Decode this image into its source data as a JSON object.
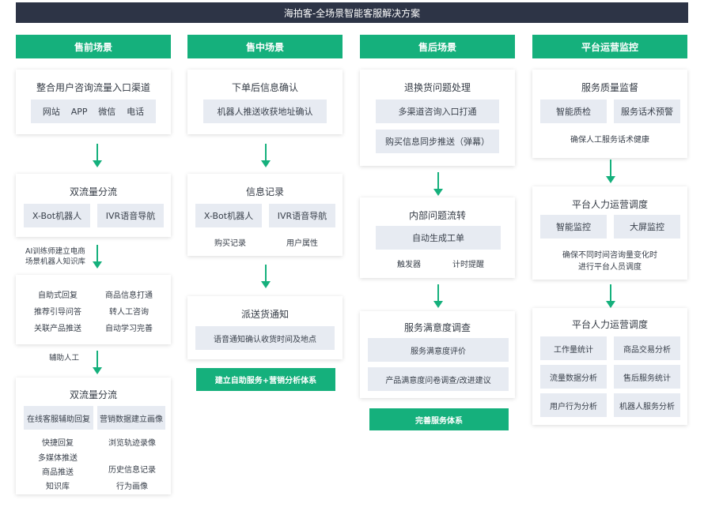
{
  "title": "海拍客-全场景智能客服解决方案",
  "columns": [
    "售前场景",
    "售中场景",
    "售后场景",
    "平台运营监控"
  ],
  "presale": {
    "card1": {
      "title": "整合用户咨询流量入口渠道",
      "channels": [
        "网站",
        "APP",
        "微信",
        "电话"
      ]
    },
    "card2": {
      "title": "双流量分流",
      "pills": [
        "X-Bot机器人",
        "IVR语音导航"
      ]
    },
    "note1": [
      "AI训练师建立电商",
      "场景机器人知识库"
    ],
    "card3": {
      "items": [
        "自助式回复",
        "商品信息打通",
        "推荐引导问答",
        "转人工咨询",
        "关联产品推送",
        "自动学习完善"
      ]
    },
    "note2": "辅助人工",
    "card4": {
      "title": "双流量分流",
      "pills": [
        "在线客服辅助回复",
        "营销数据建立画像"
      ],
      "left_items": [
        "快捷回复",
        "多媒体推送",
        "商品推送",
        "知识库"
      ],
      "right_items": [
        "浏览轨迹录像",
        "历史信息记录",
        "行为画像"
      ]
    }
  },
  "insale": {
    "card1": {
      "title": "下单后信息确认",
      "pill": "机器人推送收获地址确认"
    },
    "card2": {
      "title": "信息记录",
      "pills": [
        "X-Bot机器人",
        "IVR语音导航"
      ],
      "labels": [
        "购买记录",
        "用户属性"
      ]
    },
    "card3": {
      "title": "派送货通知",
      "pill": "语音通知确认收货时间及地点"
    },
    "button": "建立自助服务+营销分析体系"
  },
  "aftersale": {
    "card1": {
      "title": "退换货问题处理",
      "pills": [
        "多渠道咨询入口打通",
        "购买信息同步推送（弹幕）"
      ]
    },
    "card2": {
      "title": "内部问题流转",
      "pill": "自动生成工单",
      "labels": [
        "触发器",
        "计时提醒"
      ]
    },
    "card3": {
      "title": "服务满意度调查",
      "pills": [
        "服务满意度评价",
        "产品满意度问卷调查/改进建议"
      ]
    },
    "button": "完善服务体系"
  },
  "monitor": {
    "card1": {
      "title": "服务质量监督",
      "pills": [
        "智能质检",
        "服务话术预警"
      ],
      "note": "确保人工服务话术健康"
    },
    "card2": {
      "title": "平台人力运营调度",
      "pills": [
        "智能监控",
        "大屏监控"
      ],
      "note": [
        "确保不同时间咨询量变化时",
        "进行平台人员调度"
      ]
    },
    "card3": {
      "title": "平台人力运营调度",
      "pills": [
        "工作量统计",
        "商品交易分析",
        "流量数据分析",
        "售后服务统计",
        "用户行为分析",
        "机器人服务分析"
      ]
    }
  }
}
